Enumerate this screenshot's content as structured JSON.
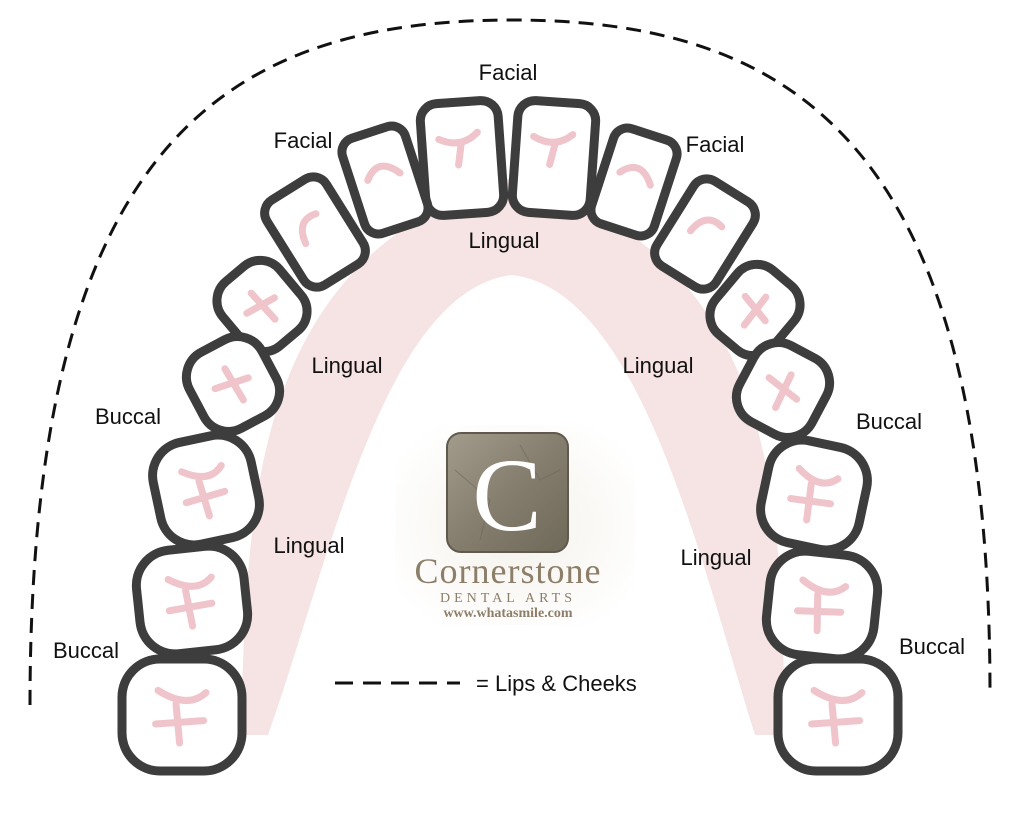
{
  "labels": {
    "facial_top": "Facial",
    "facial_left": "Facial",
    "facial_right": "Facial",
    "lingual_top": "Lingual",
    "lingual_left_upper": "Lingual",
    "lingual_right_upper": "Lingual",
    "lingual_left_lower": "Lingual",
    "lingual_right_lower": "Lingual",
    "buccal_left_upper": "Buccal",
    "buccal_right_upper": "Buccal",
    "buccal_left_lower": "Buccal",
    "buccal_right_lower": "Buccal"
  },
  "legend": {
    "text": "= Lips & Cheeks"
  },
  "logo": {
    "letter": "C",
    "name": "Cornerstone",
    "subtitle": "DENTAL ARTS",
    "url": "www.whatasmile.com"
  },
  "colors": {
    "tooth_outline": "#3d3d3d",
    "tooth_fill": "#ffffff",
    "gum_pink": "#f6e3e3",
    "groove_pink": "#efc4cb",
    "dashed_line": "#111111",
    "logo_stone": "#8a8474",
    "logo_text": "#8c7e68"
  }
}
